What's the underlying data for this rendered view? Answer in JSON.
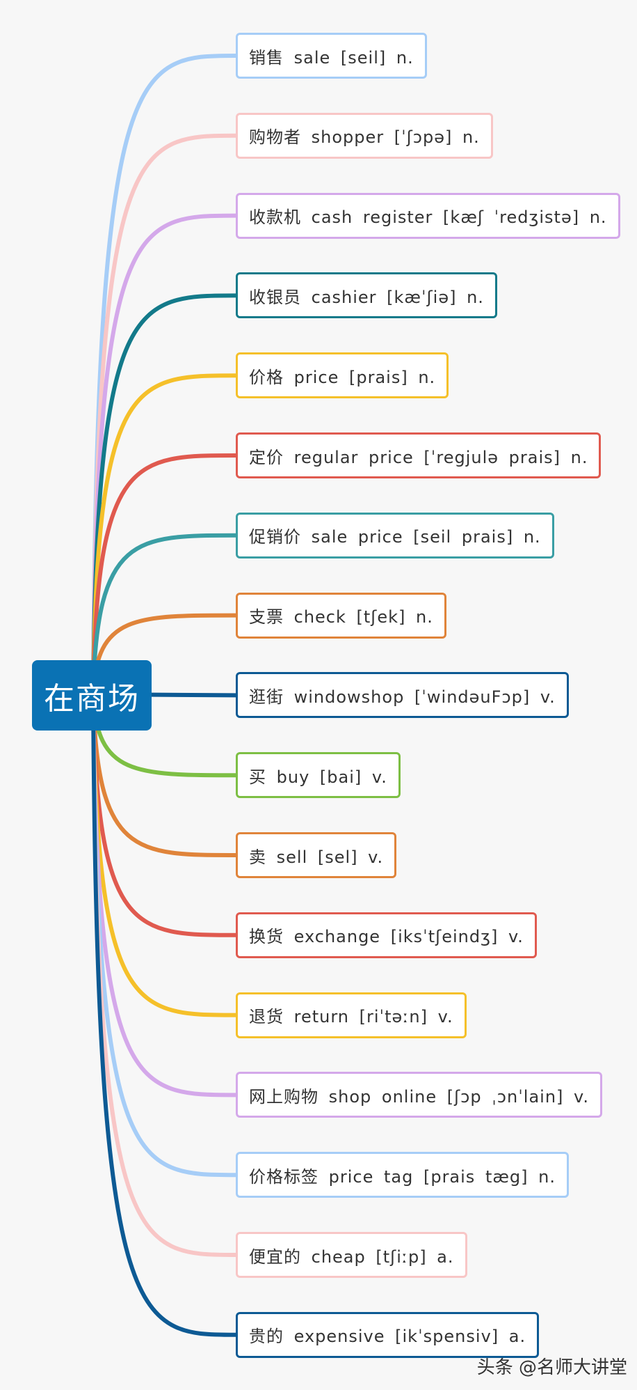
{
  "root": {
    "label": "在商场"
  },
  "branches": [
    {
      "label": "销售  sale  [seil]  n.",
      "color": "#a6cdf7"
    },
    {
      "label": "购物者  shopper  [ˈʃɔpə]  n.",
      "color": "#f8c6c6"
    },
    {
      "label": "收款机  cash  register  [kæʃ  ˈredʒistə]  n.",
      "color": "#d4a8ea"
    },
    {
      "label": "收银员  cashier  [kæˈʃiə]  n.",
      "color": "#137a8a"
    },
    {
      "label": "价格  price  [prais]  n.",
      "color": "#f5c02a"
    },
    {
      "label": "定价  regular  price  [ˈregjulə  prais]  n.",
      "color": "#e05a4f"
    },
    {
      "label": "促销价  sale  price  [seil  prais]  n.",
      "color": "#3a9ea4"
    },
    {
      "label": "支票  check  [tʃek]  n.",
      "color": "#e0843a"
    },
    {
      "label": "逛街  windowshop  [ˈwindəuFɔp]  v.",
      "color": "#0d5a94"
    },
    {
      "label": "买  buy  [bai]  v.",
      "color": "#7dbf44"
    },
    {
      "label": "卖  sell  [sel]  v.",
      "color": "#e0843a"
    },
    {
      "label": "换货  exchange  [iksˈtʃeindʒ]  v.",
      "color": "#e05a4f"
    },
    {
      "label": "退货  return  [riˈtəːn]  v.",
      "color": "#f5c02a"
    },
    {
      "label": "网上购物  shop  online  [ʃɔp  ˌɔnˈlain]  v.",
      "color": "#d4a8ea"
    },
    {
      "label": "价格标签  price  tag  [prais  tæg]  n.",
      "color": "#a6cdf7"
    },
    {
      "label": "便宜的  cheap  [tʃiːp]  a.",
      "color": "#f8c6c6"
    },
    {
      "label": "贵的  expensive  [ikˈspensiv]  a.",
      "color": "#0d5a94"
    }
  ],
  "watermark": "头条 @名师大讲堂"
}
